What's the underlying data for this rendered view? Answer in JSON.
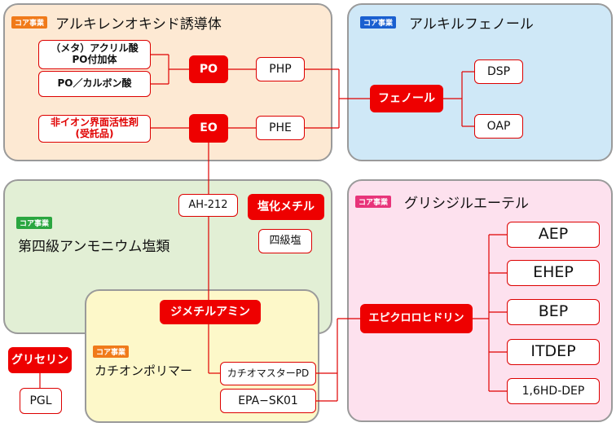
{
  "core_tag": "コア事業",
  "colors": {
    "line": "#e00000",
    "box_fill": "#ee0000",
    "tag_orange": "#f07a1a",
    "tag_blue": "#1a5fd0",
    "tag_green": "#2aa640",
    "tag_pink": "#e8347a",
    "panel_orange": "#fde9d3",
    "panel_blue": "#cfe8f7",
    "panel_green": "#e2efd5",
    "panel_pink": "#fde1ee",
    "panel_yellow": "#fdf8c9"
  },
  "panels": {
    "alkylene_oxide": "アルキレンオキシド誘導体",
    "alkyl_phenol": "アルキルフェノール",
    "quaternary_ammonium": "第四級アンモニウム塩類",
    "glycidyl_ether": "グリシジルエーテル",
    "cationic_polymer": "カチオンポリマー"
  },
  "boxes": {
    "meta_acryl_l1": "（メタ）アクリル酸",
    "meta_acryl_l2": "PO付加体",
    "po_carboxylic": "PO／カルボン酸",
    "po": "PO",
    "php": "PHP",
    "nonionic_l1": "非イオン界面活性剤",
    "nonionic_l2": "(受託品)",
    "eo": "EO",
    "phe": "PHE",
    "phenol": "フェノール",
    "dsp": "DSP",
    "oap": "OAP",
    "ah212": "AH-212",
    "methyl_chloride": "塩化メチル",
    "quaternary_salt": "四級塩",
    "dimethylamine": "ジメチルアミン",
    "epichlorohydrin": "エピクロロヒドリン",
    "aep": "AEP",
    "ehep": "EHEP",
    "bep": "BEP",
    "itdep": "ITDEP",
    "hd_dep": "1,6HD-DEP",
    "cationmaster": "カチオマスターPD",
    "epa": "EPA−SK01",
    "glycerin": "グリセリン",
    "pgl": "PGL"
  }
}
